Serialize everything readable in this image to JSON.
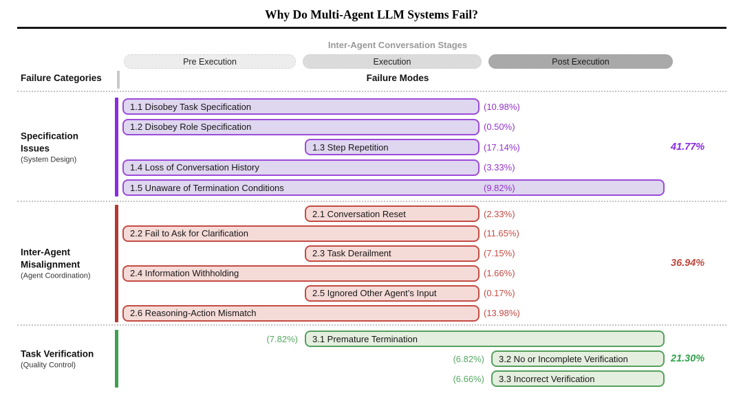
{
  "title": "Why Do Multi-Agent LLM Systems Fail?",
  "stages": {
    "header": "Inter-Agent Conversation Stages",
    "pills": [
      {
        "key": "pre",
        "label": "Pre Execution",
        "bg": "#EDEDED",
        "border": "#D5D5D5",
        "text_color": "#222222"
      },
      {
        "key": "exec",
        "label": "Execution",
        "bg": "#DBDBDB",
        "border": "#D0D0D0",
        "text_color": "#222222"
      },
      {
        "key": "post",
        "label": "Post Execution",
        "bg": "#A9A9A9",
        "border": "#A2A2A2",
        "text_color": "#1A1A1A"
      }
    ]
  },
  "headers": {
    "left": "Failure Categories",
    "center": "Failure Modes"
  },
  "sections": [
    {
      "id": "specification-issues",
      "name_lines": [
        "Specification",
        "Issues"
      ],
      "subtitle": "(System Design)",
      "total": "41.77%",
      "colors": {
        "bar": "#8A2BE2",
        "border": "#9C4BD9",
        "fill": "#DFD6F0",
        "pct": "#9333CC",
        "total": "#8A2BE2"
      },
      "rows": [
        {
          "label": "1.1 Disobey Task Specification",
          "pct": "(10.98%)",
          "span": "pre-exec",
          "pct_pos": "after"
        },
        {
          "label": "1.2 Disobey Role Specification",
          "pct": "(0.50%)",
          "span": "pre-exec",
          "pct_pos": "after"
        },
        {
          "label": "1.3 Step Repetition",
          "pct": "(17.14%)",
          "span": "exec",
          "pct_pos": "after"
        },
        {
          "label": "1.4 Loss of Conversation History",
          "pct": "(3.33%)",
          "span": "pre-exec",
          "pct_pos": "after"
        },
        {
          "label": "1.5 Unaware of Termination Conditions",
          "pct": "(9.82%)",
          "span": "all",
          "pct_pos": "after"
        }
      ]
    },
    {
      "id": "inter-agent-misalignment",
      "name_lines": [
        "Inter-Agent",
        "Misalignment"
      ],
      "subtitle": "(Agent Coordination)",
      "total": "36.94%",
      "colors": {
        "bar": "#B23A33",
        "border": "#C34B43",
        "fill": "#F5DBD8",
        "pct": "#C34B43",
        "total": "#BE4A40"
      },
      "rows": [
        {
          "label": "2.1 Conversation Reset",
          "pct": "(2.33%)",
          "span": "exec",
          "pct_pos": "after"
        },
        {
          "label": "2.2 Fail to Ask for Clarification",
          "pct": "(11.65%)",
          "span": "pre-exec",
          "pct_pos": "after"
        },
        {
          "label": "2.3 Task Derailment",
          "pct": "(7.15%)",
          "span": "exec",
          "pct_pos": "after"
        },
        {
          "label": "2.4 Information Withholding",
          "pct": "(1.66%)",
          "span": "pre-exec",
          "pct_pos": "after"
        },
        {
          "label": "2.5 Ignored Other Agent’s Input",
          "pct": "(0.17%)",
          "span": "exec",
          "pct_pos": "after"
        },
        {
          "label": "2.6 Reasoning-Action Mismatch",
          "pct": "(13.98%)",
          "span": "pre-exec",
          "pct_pos": "after"
        }
      ]
    },
    {
      "id": "task-verification",
      "name_lines": [
        "Task Verification"
      ],
      "subtitle": "(Quality Control)",
      "total": "21.30%",
      "colors": {
        "bar": "#3FA04F",
        "border": "#55A05E",
        "fill": "#E4EFDF",
        "pct": "#55A862",
        "total": "#2FA14B"
      },
      "rows": [
        {
          "label": "3.1 Premature Termination",
          "pct": "(7.82%)",
          "span": "exec-post",
          "pct_pos": "before"
        },
        {
          "label": "3.2 No or Incomplete Verification",
          "pct": "(6.82%)",
          "span": "post",
          "pct_pos": "before"
        },
        {
          "label": "3.3 Incorrect Verification",
          "pct": "(6.66%)",
          "span": "post",
          "pct_pos": "before"
        }
      ]
    }
  ]
}
